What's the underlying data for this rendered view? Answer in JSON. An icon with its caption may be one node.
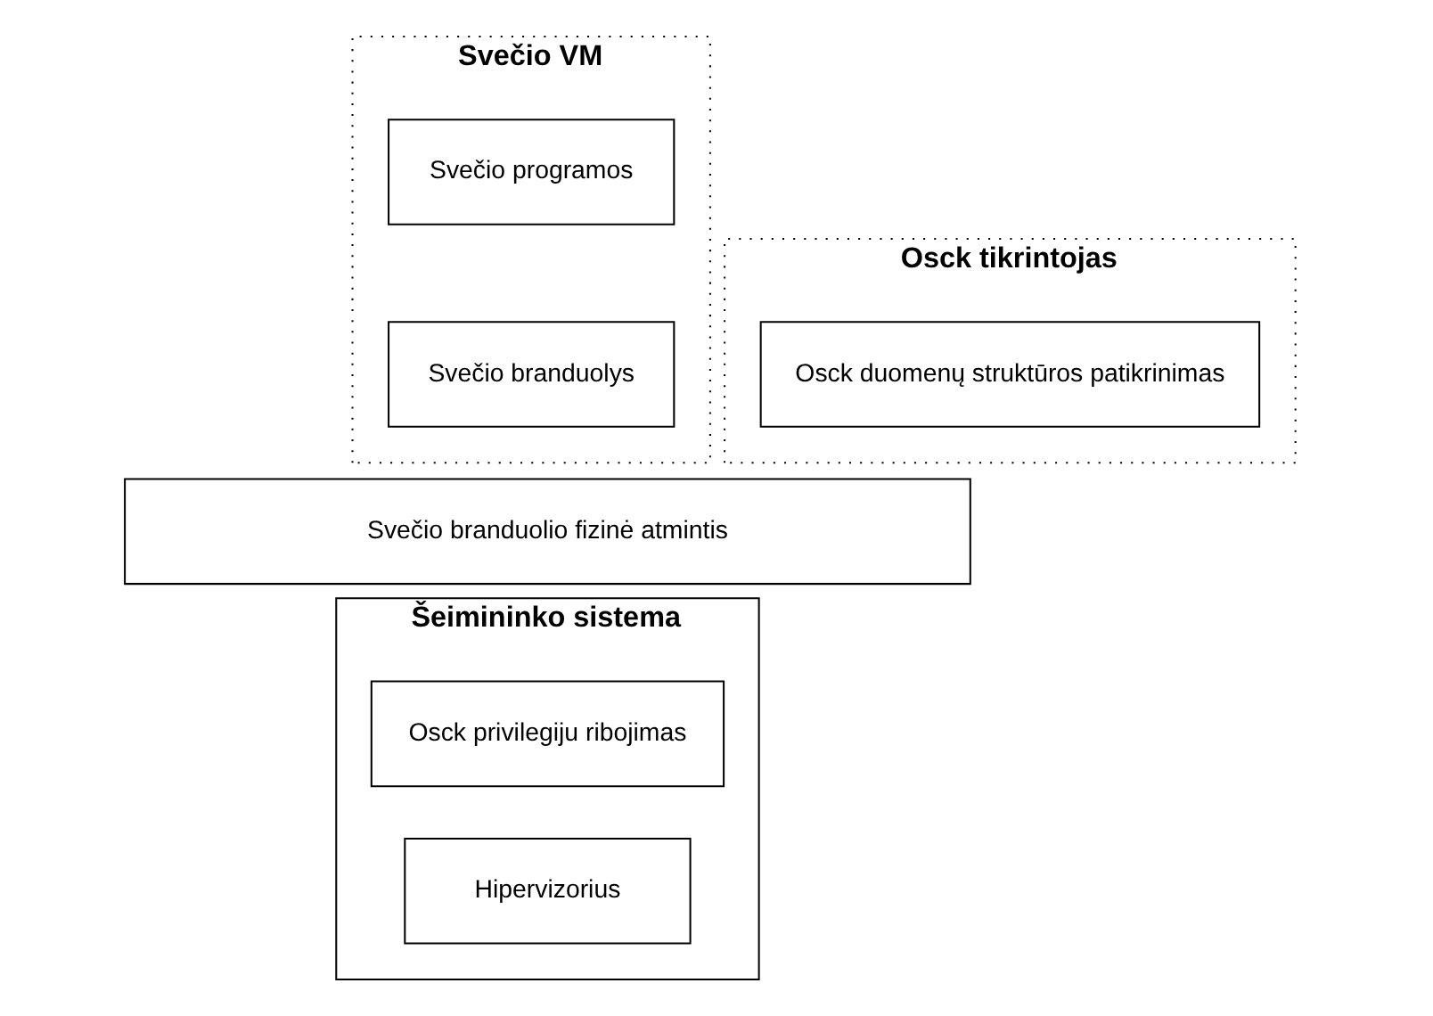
{
  "diagram": {
    "nodes": [
      {
        "text": [
          "Svečio VM"
        ]
      },
      {
        "text": [
          "Svečio programos"
        ],
        "in": 0
      },
      {
        "text": [
          "Svečio branduolys"
        ],
        "in": 0
      },
      {
        "text": [
          "Osck tikrintojas"
        ]
      },
      {
        "text": [
          "Osck duomenų struktūros patikrinimas"
        ],
        "in": 3
      },
      {
        "text": [
          "Svečio branduolio fizinė atmintis"
        ]
      },
      {
        "text": [
          "Šeimininko sistema"
        ]
      },
      {
        "text": [
          "Osck privilegiju ribojimas"
        ],
        "in": 6
      },
      {
        "text": [
          "Hipervizorius"
        ],
        "in": 6
      }
    ]
  }
}
